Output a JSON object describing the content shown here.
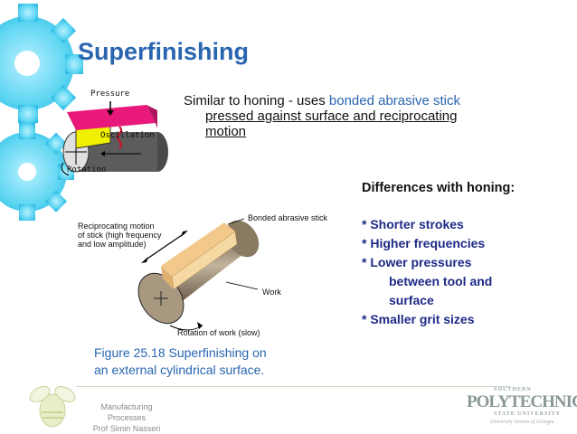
{
  "title": "Superfinishing",
  "intro": {
    "part1": "Similar to honing - uses ",
    "highlight": "bonded abrasive stick",
    "line2": "pressed against surface and reciprocating",
    "line3": "motion"
  },
  "small_figure": {
    "pressure": "Pressure",
    "oscillation": "Oscillation",
    "rotation": "Rotation"
  },
  "main_figure": {
    "reciprocating": [
      "Reciprocating motion",
      "of stick (high frequency",
      "and low amplitude)"
    ],
    "bonded": "Bonded abrasive stick",
    "work": "Work",
    "rotation_work": "Rotation of work (slow)"
  },
  "differences": {
    "heading": "Differences with honing:",
    "items": [
      "* Shorter strokes",
      "* Higher frequencies",
      "* Lower pressures",
      "* Smaller grit sizes"
    ],
    "lower_pressures_cont1": "between tool and",
    "lower_pressures_cont2": "surface"
  },
  "caption": {
    "line1": "Figure 25.18  Superfinishing on",
    "line2": "an external cylindrical surface."
  },
  "footer": {
    "line1": "Manufacturing Processes",
    "line2": "Prof Simin Nasseri"
  },
  "logo": {
    "main": "POLYTECHNIC",
    "top": "SOUTHERN",
    "sub": "STATE UNIVERSITY",
    "tagline": "University System of Georgia"
  },
  "colors": {
    "title_blue": "#2a66b0",
    "gear_cyan": "#3fd0f0",
    "diff_navy": "#1d2a86",
    "pink_block": "#e8197a",
    "yellow_stick": "#f0f000"
  }
}
